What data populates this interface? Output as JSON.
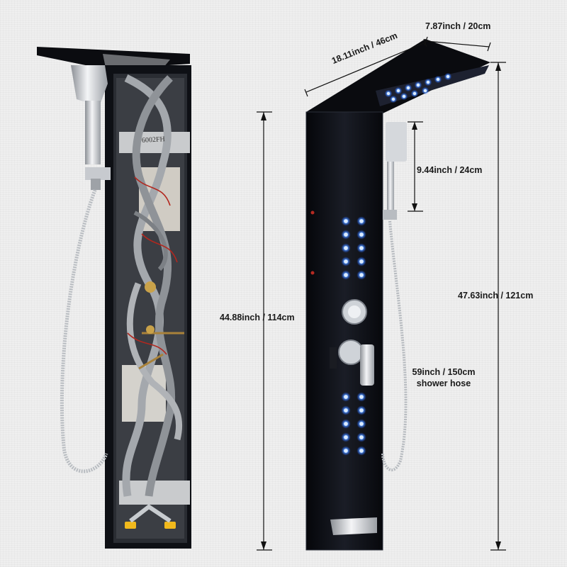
{
  "dimensions": {
    "top_depth": "7.87inch / 20cm",
    "top_length": "18.11inch / 46cm",
    "handheld_height": "9.44inch / 24cm",
    "panel_height": "44.88inch / 114cm",
    "total_height": "47.63inch / 121cm",
    "hose_length": "59inch / 150cm",
    "hose_caption": "shower hose"
  },
  "left_panel": {
    "mark_text": "6002FH"
  },
  "colors": {
    "background": "#efefef",
    "panel_black": "#0d0f14",
    "led_blue": "#2e7dff",
    "chrome": "#d8dbe0",
    "pipe_gray": "#9a9ea3"
  },
  "icons": {
    "leds": "led-light-icon",
    "knobs": "control-knob-icon",
    "spout": "tub-spout-icon"
  }
}
